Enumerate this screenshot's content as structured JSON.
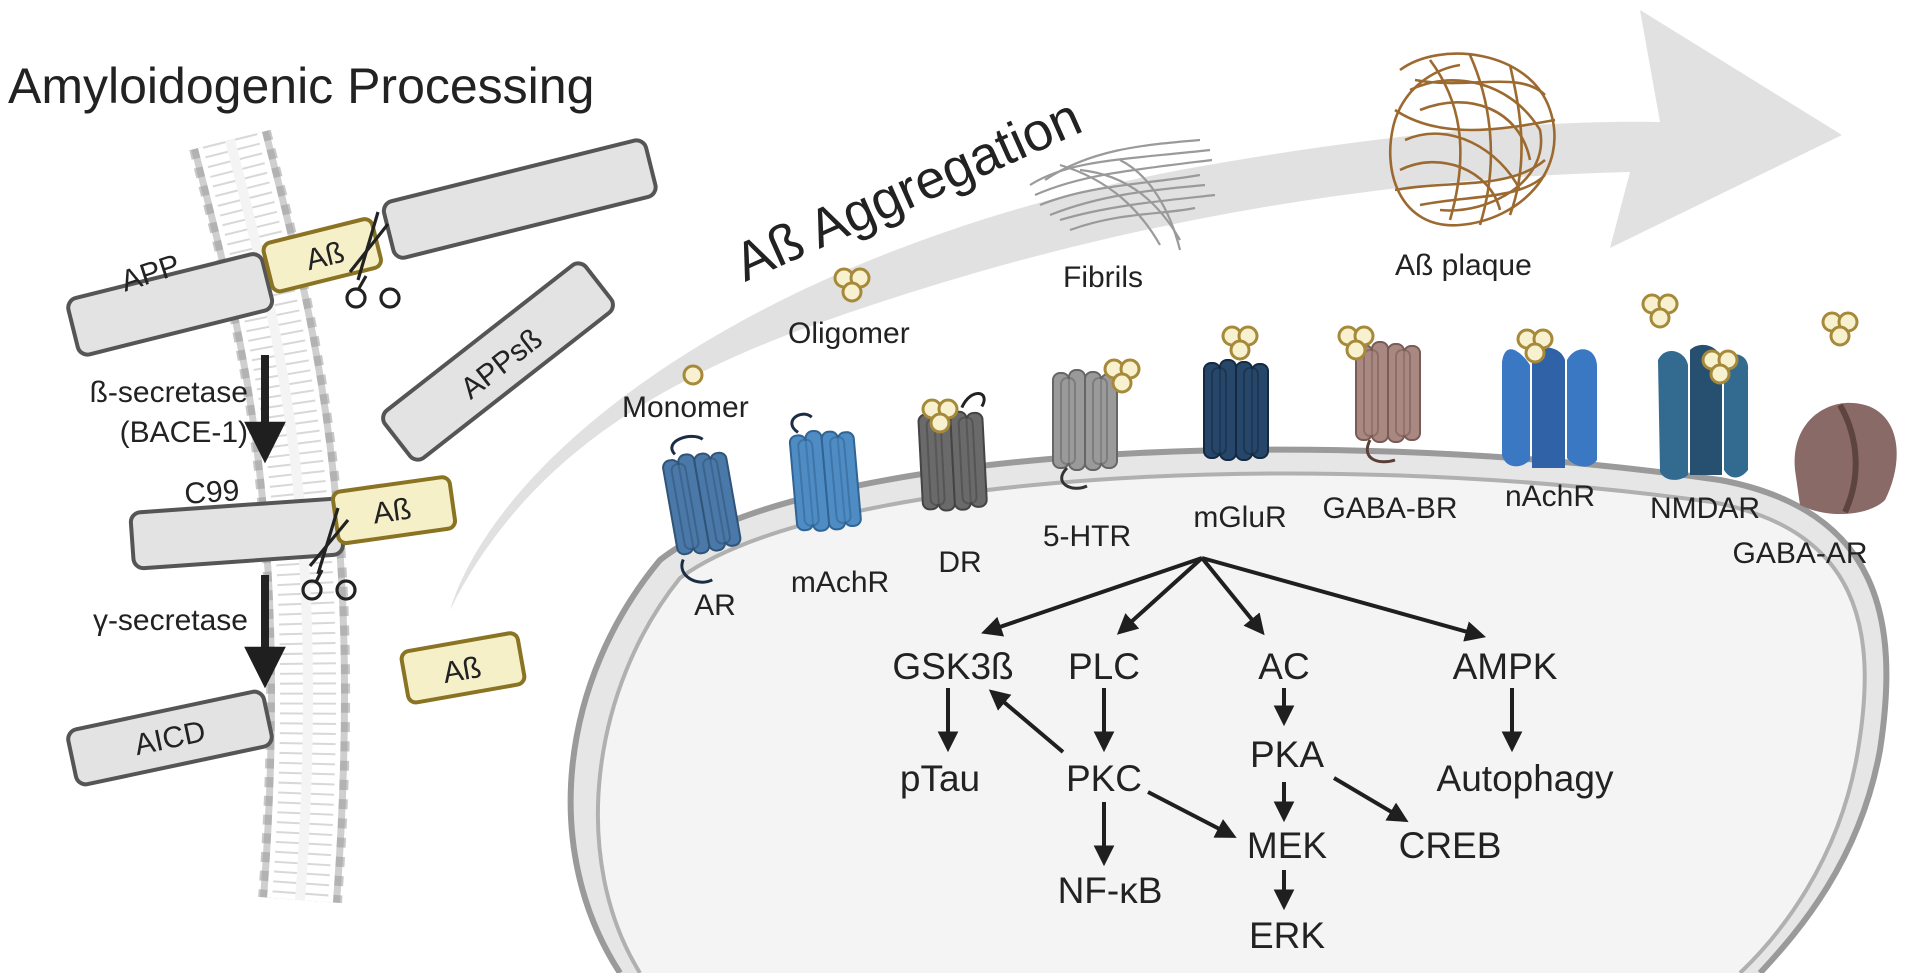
{
  "titles": {
    "main": "Amyloidogenic Processing",
    "aggregation": "Aß Aggregation"
  },
  "processing": {
    "app": "APP",
    "abeta_on_app": "Aß",
    "appsb": "APPsß",
    "beta_secretase": "ß-secretase",
    "bace1": "(BACE-1)",
    "c99": "C99",
    "abeta_on_c99": "Aß",
    "gamma_secretase": "γ-secretase",
    "aicd": "AICD",
    "abeta_free": "Aß"
  },
  "aggregation_stages": {
    "monomer": "Monomer",
    "oligomer": "Oligomer",
    "fibrils": "Fibrils",
    "plaque": "Aß plaque"
  },
  "receptors": [
    "AR",
    "mAchR",
    "DR",
    "5-HTR",
    "mGluR",
    "GABA-BR",
    "nAchR",
    "NMDAR",
    "GABA-AR"
  ],
  "signaling": {
    "gsk3b": "GSK3ß",
    "plc": "PLC",
    "ac": "AC",
    "ampk": "AMPK",
    "ptau": "pTau",
    "pkc": "PKC",
    "pka": "PKA",
    "autophagy": "Autophagy",
    "mek": "MEK",
    "creb": "CREB",
    "nfkb": "NF-κB",
    "erk": "ERK"
  },
  "colors": {
    "abeta_fill": "#f6f0c8",
    "abeta_stroke": "#8a7424",
    "protein_fill": "#e3e3e3",
    "protein_stroke": "#555555",
    "ar": "#4a78a8",
    "machr": "#4f8cc4",
    "dr": "#6a6a6a",
    "htr": "#9a9a9a",
    "mglur": "#26466a",
    "gababr": "#a88880",
    "nachr": "#3a78c4",
    "nmdar": "#336a90",
    "gabaar": "#8a6a66"
  }
}
